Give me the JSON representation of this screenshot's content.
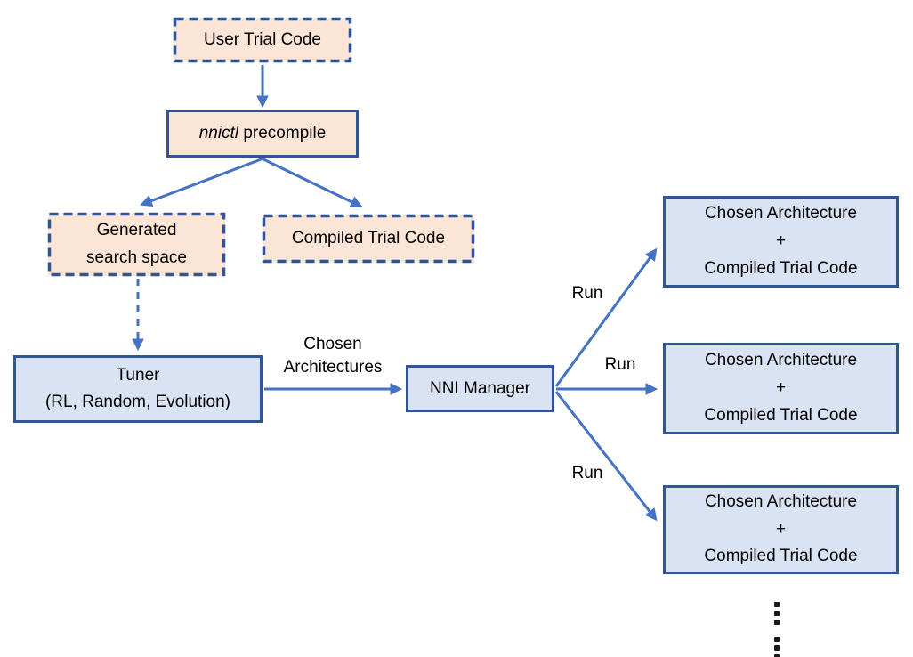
{
  "colors": {
    "peach_fill": "#fbe5d6",
    "blue_fill": "#dae3f3",
    "border_blue": "#2f5597",
    "arrow_blue": "#4472c4",
    "text": "#000000"
  },
  "boxes": {
    "user_trial_code": {
      "label": "User Trial Code"
    },
    "nnictl_precompile": {
      "command": "nnictl",
      "rest": " precompile"
    },
    "generated_search_space": {
      "lines": [
        "Generated",
        "search space"
      ]
    },
    "compiled_trial_code": {
      "label": "Compiled Trial Code"
    },
    "tuner": {
      "lines": [
        "Tuner",
        "(RL, Random, Evolution)"
      ]
    },
    "nni_manager": {
      "label": "NNI Manager"
    },
    "trials": [
      {
        "lines": [
          "Chosen Architecture",
          "+",
          "Compiled Trial Code"
        ]
      },
      {
        "lines": [
          "Chosen Architecture",
          "+",
          "Compiled Trial Code"
        ]
      },
      {
        "lines": [
          "Chosen Architecture",
          "+",
          "Compiled Trial Code"
        ]
      }
    ]
  },
  "edge_labels": {
    "tuner_to_manager": [
      "Chosen",
      "Architectures"
    ],
    "run": [
      "Run",
      "Run",
      "Run"
    ]
  },
  "icons": {
    "more_trials": "vertical-ellipsis"
  }
}
